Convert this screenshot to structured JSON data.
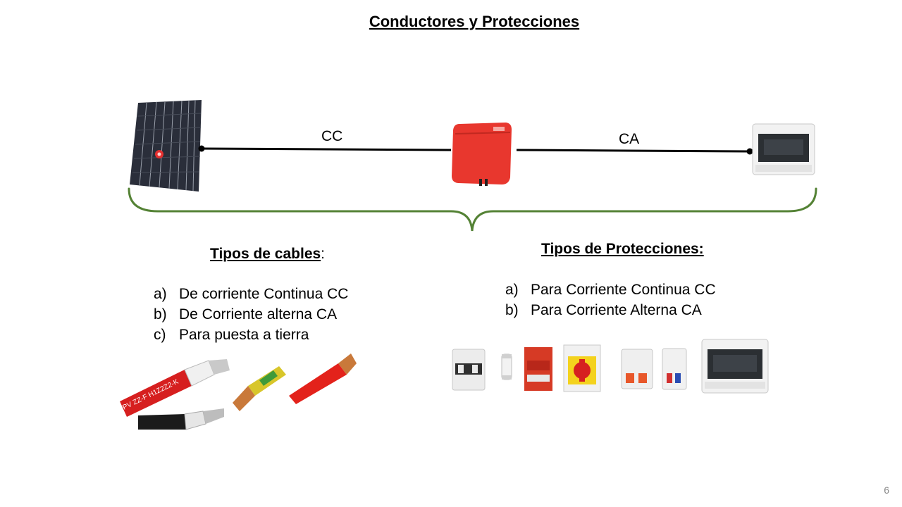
{
  "slide": {
    "title": "Conductores y Protecciones",
    "page_number": "6"
  },
  "diagram": {
    "dc_label": "CC",
    "ac_label": "CA"
  },
  "cables": {
    "heading": "Tipos de cables",
    "heading_suffix": ":",
    "items": [
      {
        "marker": "a)",
        "text": "De corriente Continua CC"
      },
      {
        "marker": "b)",
        "text": "De Corriente alterna CA"
      },
      {
        "marker": "c)",
        "text": "Para puesta a tierra"
      }
    ],
    "cable_print": "PV  ZZ-F  H1Z2Z2-K"
  },
  "protections": {
    "heading": "Tipos de Protecciones:",
    "items": [
      {
        "marker": "a)",
        "text": "Para Corriente Continua CC"
      },
      {
        "marker": "b)",
        "text": "Para Corriente Alterna CA"
      }
    ]
  },
  "colors": {
    "brace": "#548235",
    "inverter": "#e8372e",
    "panel": "#2a2e3a",
    "cable_red": "#d61f1f",
    "cable_black": "#1b1b1b",
    "copper": "#c9793a",
    "earth_yellow": "#d8c62a",
    "earth_green": "#3f9a3a"
  }
}
